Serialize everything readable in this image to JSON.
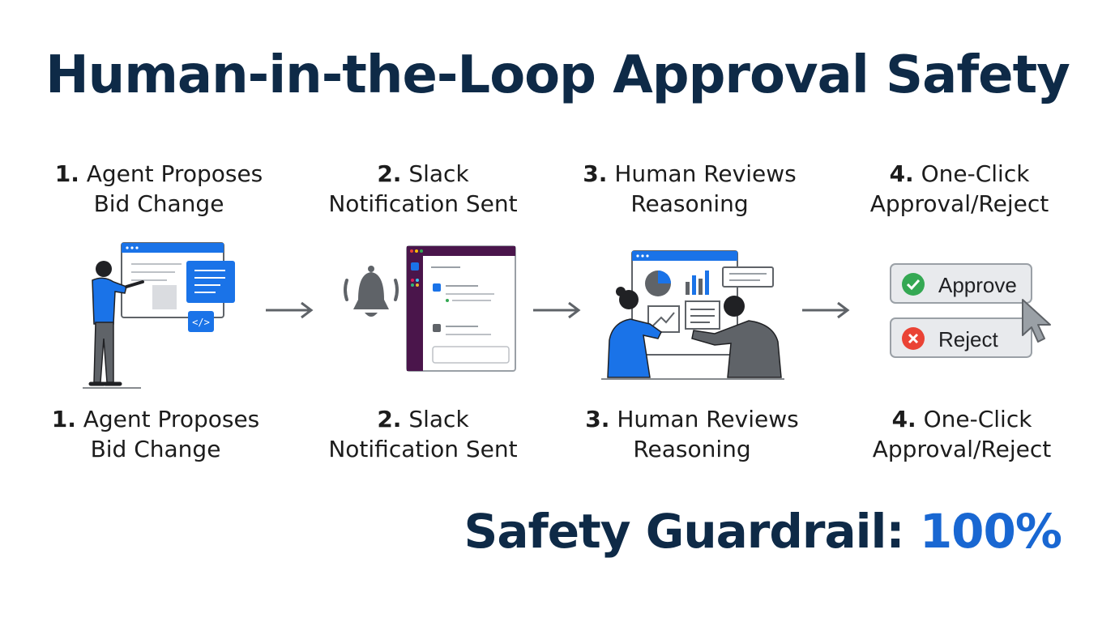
{
  "title": "Human-in-the-Loop Approval Safety",
  "steps": [
    {
      "num": "1.",
      "line1": "Agent Proposes",
      "line2": "Bid Change",
      "icon": "agent-proposes-illustration"
    },
    {
      "num": "2.",
      "line1": "Slack",
      "line2": "Notification Sent",
      "icon": "slack-notification-illustration"
    },
    {
      "num": "3.",
      "line1": "Human Reviews",
      "line2": "Reasoning",
      "icon": "human-review-illustration"
    },
    {
      "num": "4.",
      "line1": "One-Click",
      "line2": "Approval/Reject",
      "icon": "approval-buttons-illustration"
    }
  ],
  "buttons": {
    "approve": "Approve",
    "reject": "Reject"
  },
  "footer": {
    "label": "Safety Guardrail:",
    "value": "100%"
  },
  "colors": {
    "navy": "#0e2a47",
    "blue": "#1967d2",
    "gray": "#5f6368",
    "slack": "#4a154b",
    "green": "#34a853",
    "red": "#ea4335"
  }
}
